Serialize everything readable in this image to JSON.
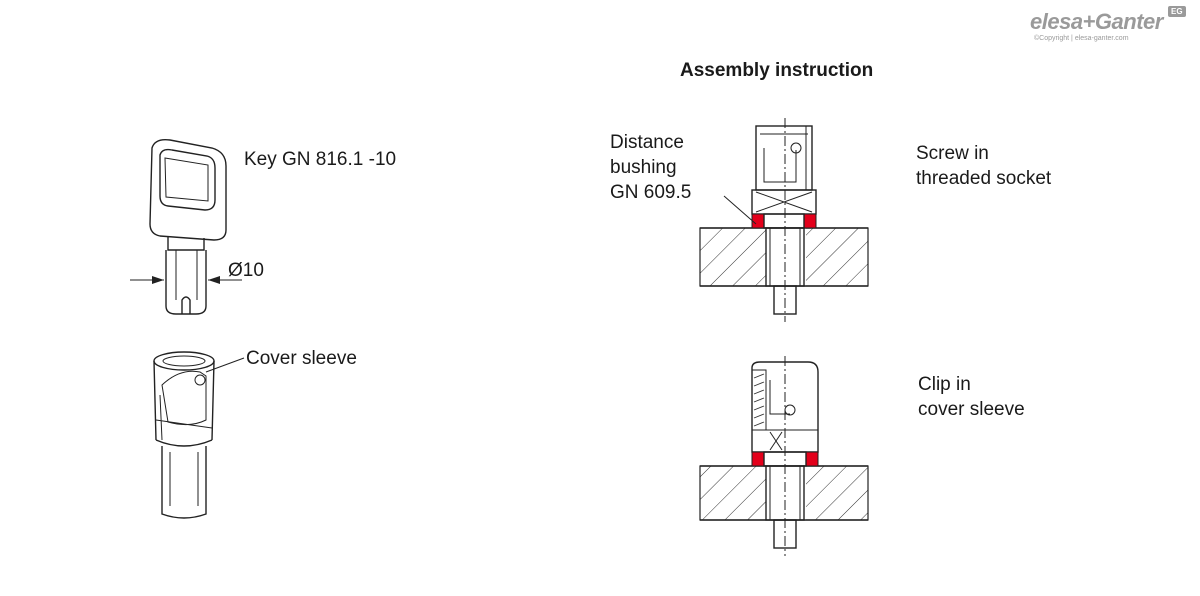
{
  "logo": {
    "brand": "elesa+Ganter",
    "copyright": "©Copyright | elesa-ganter.com",
    "badge": "EG"
  },
  "title": "Assembly instruction",
  "labels": {
    "key": "Key GN 816.1 -10",
    "diameter": "Ø10",
    "cover_sleeve": "Cover sleeve",
    "distance_bushing": [
      "Distance",
      "bushing",
      "GN 609.5"
    ],
    "screw_in": [
      "Screw in",
      "threaded socket"
    ],
    "clip_in": [
      "Clip in",
      "cover sleeve"
    ]
  },
  "colors": {
    "line": "#222222",
    "highlight": "#e3001b",
    "key_body": "#e6e6e6",
    "logo": "#9a9a9a"
  }
}
